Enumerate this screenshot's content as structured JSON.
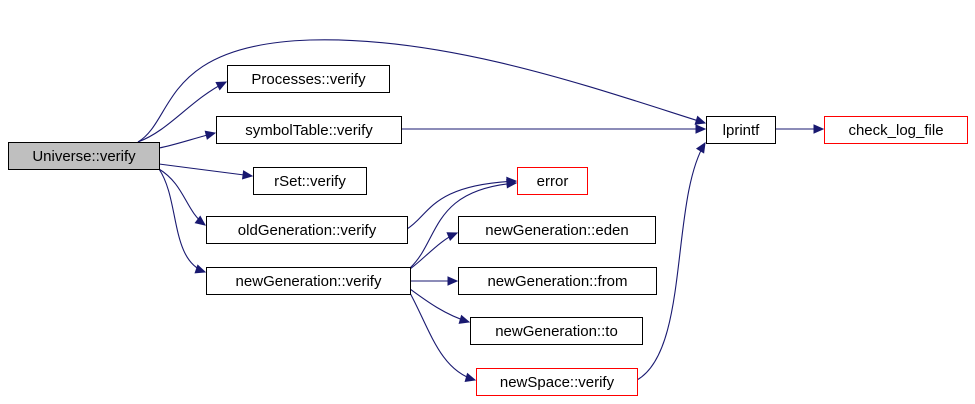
{
  "colors": {
    "edge": "#191970",
    "root_fill": "#bfbfbf",
    "node_fill": "#ffffff",
    "node_border": "#000000",
    "truncated_border": "#ff0000"
  },
  "nodes": [
    {
      "id": "universe_verify",
      "label": "Universe::verify",
      "kind": "root"
    },
    {
      "id": "processes_verify",
      "label": "Processes::verify",
      "kind": "normal"
    },
    {
      "id": "symboltable_verify",
      "label": "symbolTable::verify",
      "kind": "normal"
    },
    {
      "id": "rset_verify",
      "label": "rSet::verify",
      "kind": "normal"
    },
    {
      "id": "oldgeneration_verify",
      "label": "oldGeneration::verify",
      "kind": "normal"
    },
    {
      "id": "newgeneration_verify",
      "label": "newGeneration::verify",
      "kind": "normal"
    },
    {
      "id": "lprintf",
      "label": "lprintf",
      "kind": "normal"
    },
    {
      "id": "check_log_file",
      "label": "check_log_file",
      "kind": "truncated"
    },
    {
      "id": "error",
      "label": "error",
      "kind": "truncated"
    },
    {
      "id": "newgeneration_eden",
      "label": "newGeneration::eden",
      "kind": "normal"
    },
    {
      "id": "newgeneration_from",
      "label": "newGeneration::from",
      "kind": "normal"
    },
    {
      "id": "newgeneration_to",
      "label": "newGeneration::to",
      "kind": "normal"
    },
    {
      "id": "newspace_verify",
      "label": "newSpace::verify",
      "kind": "truncated"
    }
  ],
  "edges": [
    {
      "from": "universe_verify",
      "to": "processes_verify"
    },
    {
      "from": "universe_verify",
      "to": "symboltable_verify"
    },
    {
      "from": "universe_verify",
      "to": "rset_verify"
    },
    {
      "from": "universe_verify",
      "to": "oldgeneration_verify"
    },
    {
      "from": "universe_verify",
      "to": "newgeneration_verify"
    },
    {
      "from": "universe_verify",
      "to": "lprintf"
    },
    {
      "from": "symboltable_verify",
      "to": "lprintf"
    },
    {
      "from": "lprintf",
      "to": "check_log_file"
    },
    {
      "from": "oldgeneration_verify",
      "to": "error"
    },
    {
      "from": "newgeneration_verify",
      "to": "error"
    },
    {
      "from": "newgeneration_verify",
      "to": "newgeneration_eden"
    },
    {
      "from": "newgeneration_verify",
      "to": "newgeneration_from"
    },
    {
      "from": "newgeneration_verify",
      "to": "newgeneration_to"
    },
    {
      "from": "newgeneration_verify",
      "to": "newspace_verify"
    },
    {
      "from": "newspace_verify",
      "to": "lprintf"
    }
  ]
}
